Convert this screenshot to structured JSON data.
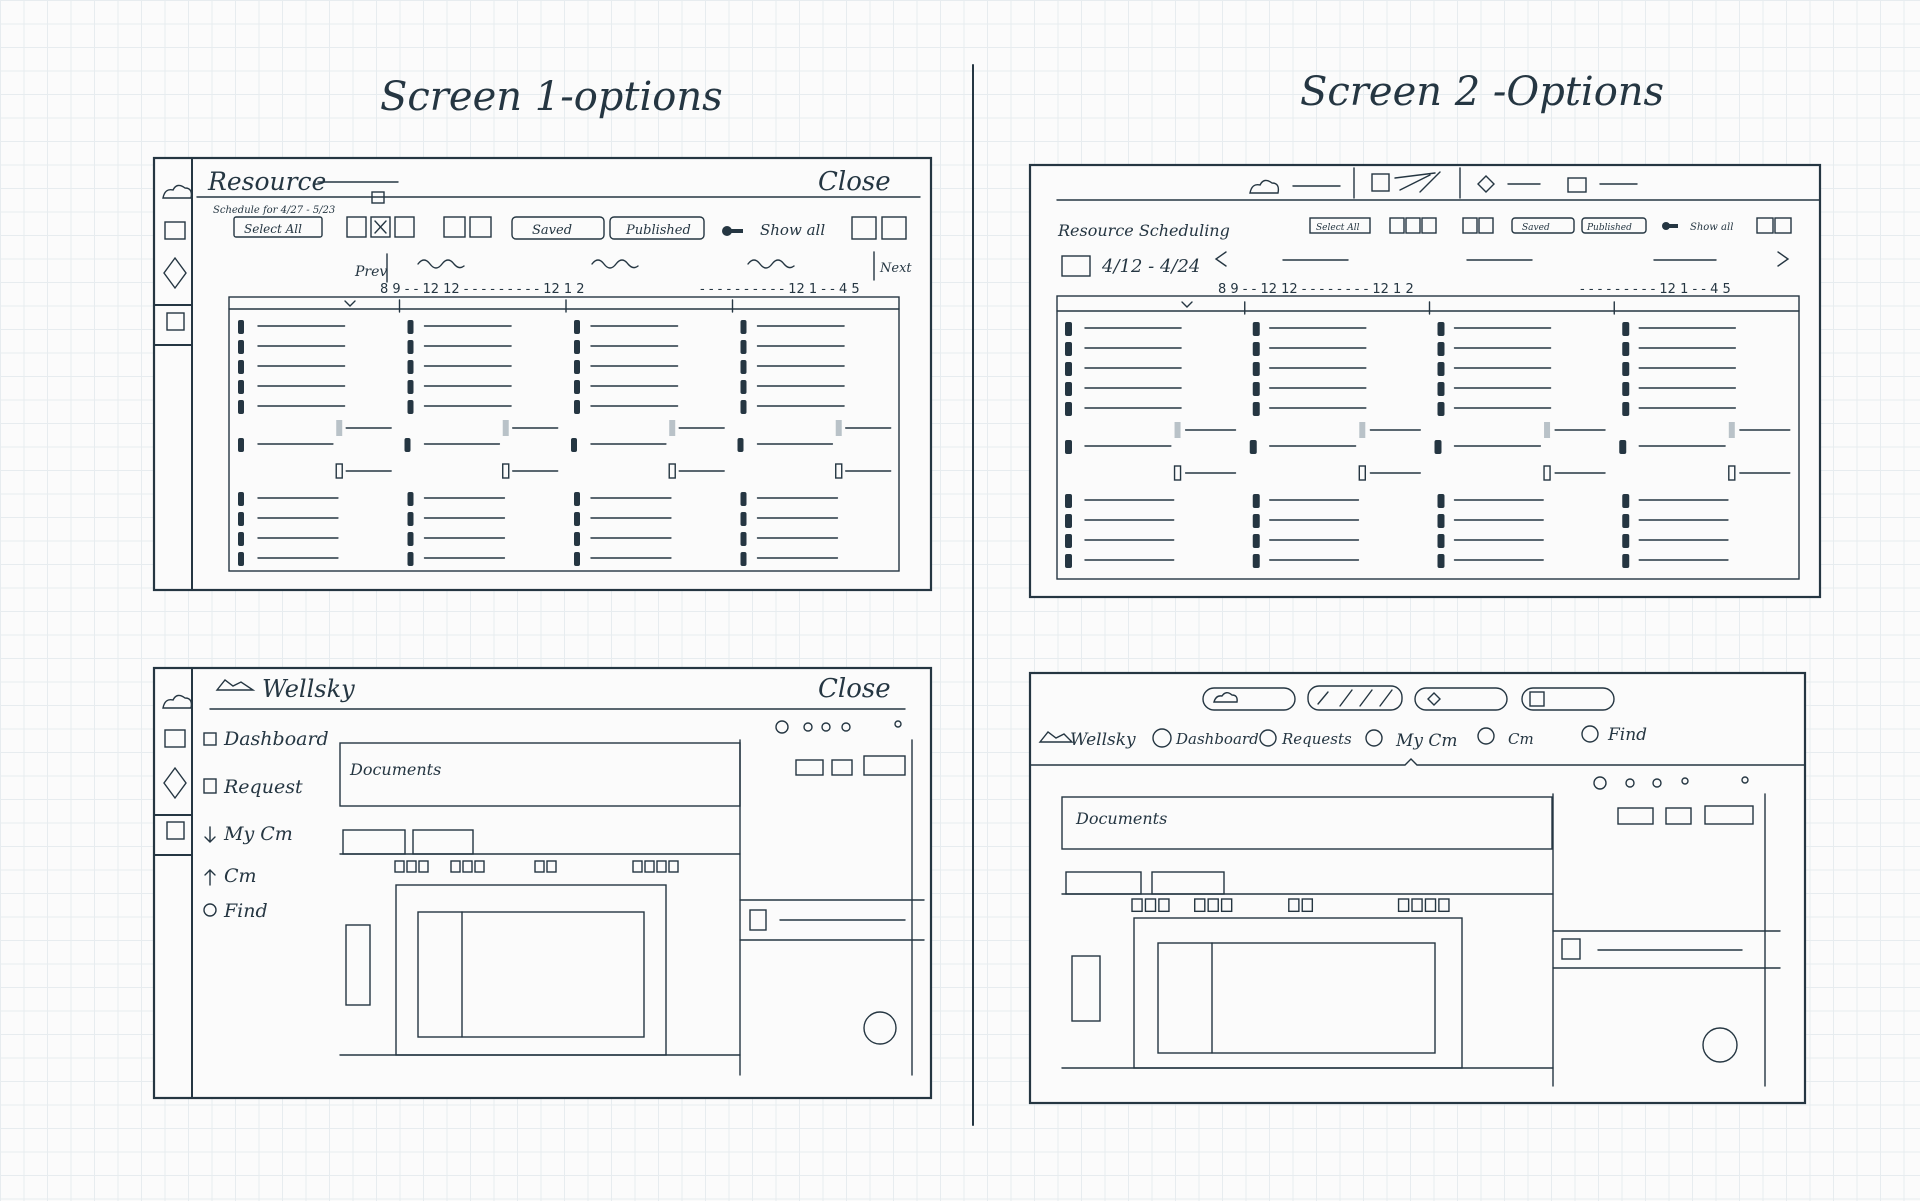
{
  "headings": {
    "screen1": "Screen 1-options",
    "screen2": "Screen 2 -Options"
  },
  "sketch_a": {
    "title": "Resource",
    "close": "Close",
    "schedule": "Schedule for 4/27 - 5/23",
    "select_all": "Select All",
    "saved": "Saved",
    "published": "Published",
    "show_all": "Show all",
    "prev": "Prev",
    "next": "Next",
    "timeline_1": "8 9 - - 12 12 - - - - - - - - - 12 1 2",
    "timeline_2": "- - - - - - - - - - 12 1 - - 4 5"
  },
  "sketch_b": {
    "title": "Resource Scheduling",
    "date_range": "4/12 - 4/24",
    "select_all": "Select All",
    "saved": "Saved",
    "published": "Published",
    "show_all": "Show all",
    "timeline_1": "8 9 - - 12 12 - - - - - - - - 12 1 2",
    "timeline_2": "- - - - - - - - - 12 1 - - 4 5"
  },
  "sketch_c": {
    "brand": "Wellsky",
    "close": "Close",
    "nav": [
      "Dashboard",
      "Request",
      "My Cm",
      "Cm",
      "Find"
    ],
    "documents": "Documents"
  },
  "sketch_d": {
    "brand": "Wellsky",
    "nav": [
      "Dashboard",
      "Requests",
      "My Cm",
      "Cm",
      "Find"
    ],
    "documents": "Documents"
  }
}
